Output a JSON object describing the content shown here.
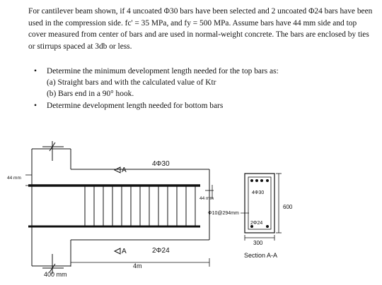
{
  "problem": {
    "paragraph": "For cantilever beam shown, if 4 uncoated Φ30 bars have been selected and 2 uncoated Φ24 bars have been used in the compression side. fc' = 35 MPa, and fy = 500 MPa. Assume bars have 44 mm side and top cover measured from center of bars and are used in normal-weight concrete. The bars are enclosed by ties or stirrups spaced at 3db or less."
  },
  "tasks": [
    {
      "label": "Determine the minimum development length needed for the top bars as:"
    },
    {
      "label": "(a) Straight bars and with the calculated value of Ktr"
    },
    {
      "label": "(b) Bars end in a 90° hook."
    },
    {
      "label": "Determine development length needed for bottom bars"
    }
  ],
  "figure": {
    "top_bars_label": "4Φ30",
    "bottom_bars_label": "2Φ24",
    "section_mark_top": "A",
    "section_mark_bottom": "A",
    "cover_left_label": "44 mm",
    "cover_right_label": "44 mm",
    "span_label": "4m",
    "support_width_label": "400 mm",
    "section": {
      "top_bars_label": "4Φ30",
      "stirrup_label": "Φ10@294mm",
      "bottom_bars_label": "2Φ24",
      "height_label": "600",
      "width_label": "300",
      "title": "Section A-A"
    }
  }
}
